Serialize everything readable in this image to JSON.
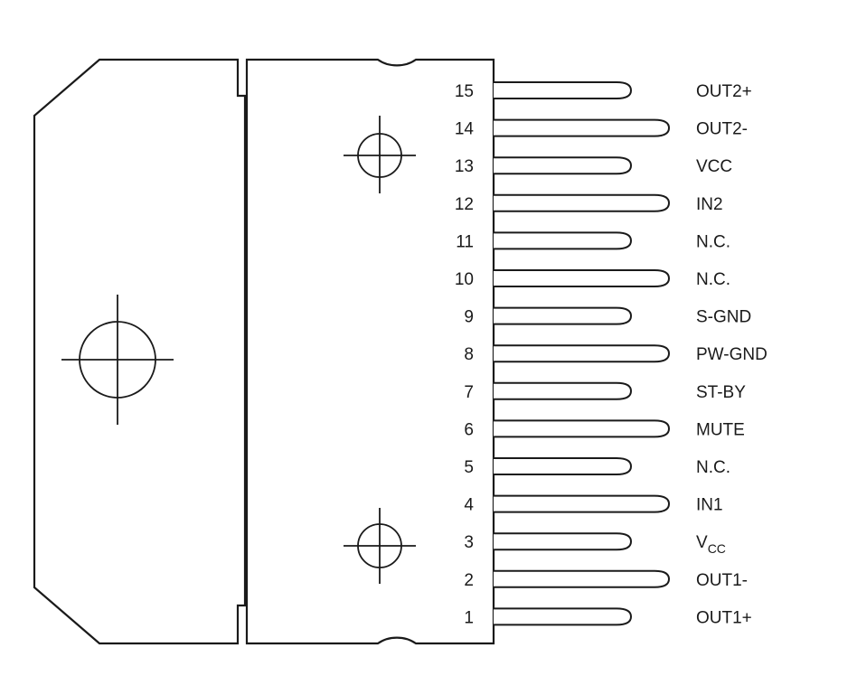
{
  "pins": [
    {
      "num": "15",
      "label": "OUT2+",
      "long": false
    },
    {
      "num": "14",
      "label": "OUT2-",
      "long": true
    },
    {
      "num": "13",
      "label": "VCC",
      "long": false
    },
    {
      "num": "12",
      "label": "IN2",
      "long": true
    },
    {
      "num": "11",
      "label": "N.C.",
      "long": false
    },
    {
      "num": "10",
      "label": "N.C.",
      "long": true
    },
    {
      "num": "9",
      "label": "S-GND",
      "long": false
    },
    {
      "num": "8",
      "label": "PW-GND",
      "long": true
    },
    {
      "num": "7",
      "label": "ST-BY",
      "long": false
    },
    {
      "num": "6",
      "label": "MUTE",
      "long": true
    },
    {
      "num": "5",
      "label": "N.C.",
      "long": false
    },
    {
      "num": "4",
      "label": "IN1",
      "long": true
    },
    {
      "num": "3",
      "label": "V",
      "sub": "CC",
      "long": false
    },
    {
      "num": "2",
      "label": "OUT1-",
      "long": true
    },
    {
      "num": "1",
      "label": "OUT1+",
      "long": false
    }
  ],
  "colors": {
    "line": "#1a1a1a",
    "background": "#ffffff"
  }
}
